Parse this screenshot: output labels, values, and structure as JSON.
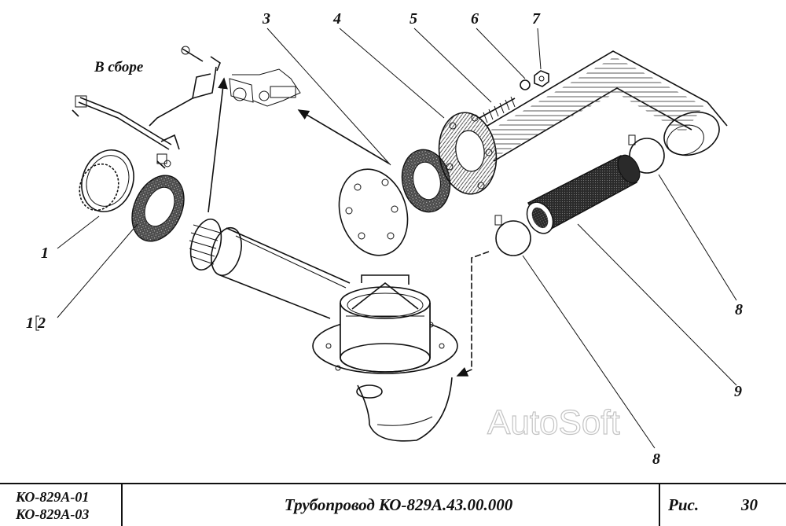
{
  "drawing": {
    "assembly_label": "В сборе",
    "callouts": [
      {
        "id": "c1",
        "text": "1"
      },
      {
        "id": "c12",
        "text": "1 2"
      },
      {
        "id": "c3",
        "text": "3"
      },
      {
        "id": "c4",
        "text": "4"
      },
      {
        "id": "c5",
        "text": "5"
      },
      {
        "id": "c6",
        "text": "6"
      },
      {
        "id": "c7",
        "text": "7"
      },
      {
        "id": "c8a",
        "text": "8"
      },
      {
        "id": "c8b",
        "text": "8"
      },
      {
        "id": "c9",
        "text": "9"
      }
    ],
    "watermark": "AutoSoft"
  },
  "title_block": {
    "model_1": "КО-829А-01",
    "model_2": "КО-829А-03",
    "title": "Трубопровод КО-829А.43.00.000",
    "fig_label": "Рис.",
    "fig_number": "30"
  }
}
